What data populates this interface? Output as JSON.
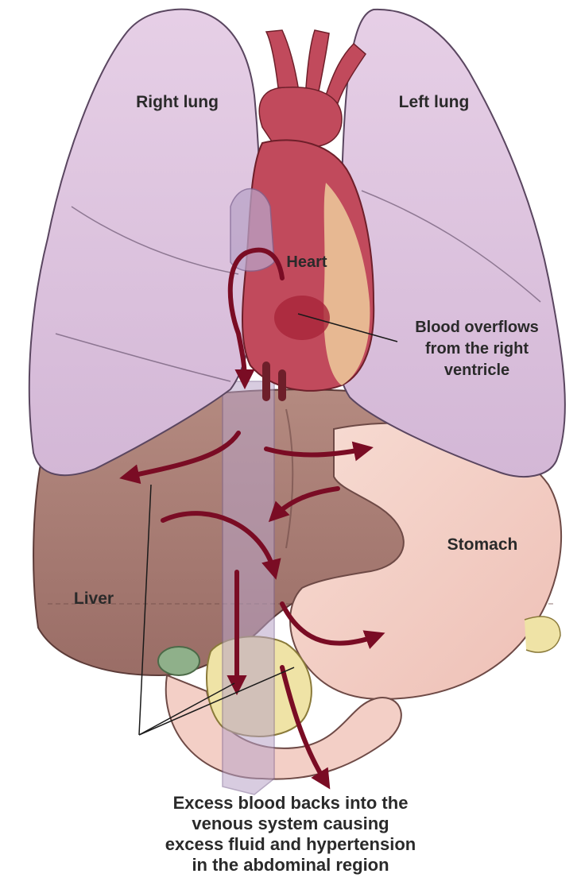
{
  "labels": {
    "right_lung": "Right lung",
    "left_lung": "Left lung",
    "heart": "Heart",
    "overflow_line1": "Blood overflows",
    "overflow_line2": "from the right",
    "overflow_line3": "ventricle",
    "stomach": "Stomach",
    "liver": "Liver"
  },
  "caption": {
    "line1": "Excess blood backs into the",
    "line2": "venous system causing",
    "line3": "excess fluid and hypertension",
    "line4": "in the abdominal region"
  },
  "colors": {
    "lung": "#dcc2dd",
    "lung_outline": "#5a4660",
    "liver": "#a57a72",
    "stomach": "#f3cfc6",
    "heart": "#c14a5c",
    "pancreas": "#efe3a6",
    "arrow": "#7a0c24",
    "vein": "#b9a4c8"
  }
}
